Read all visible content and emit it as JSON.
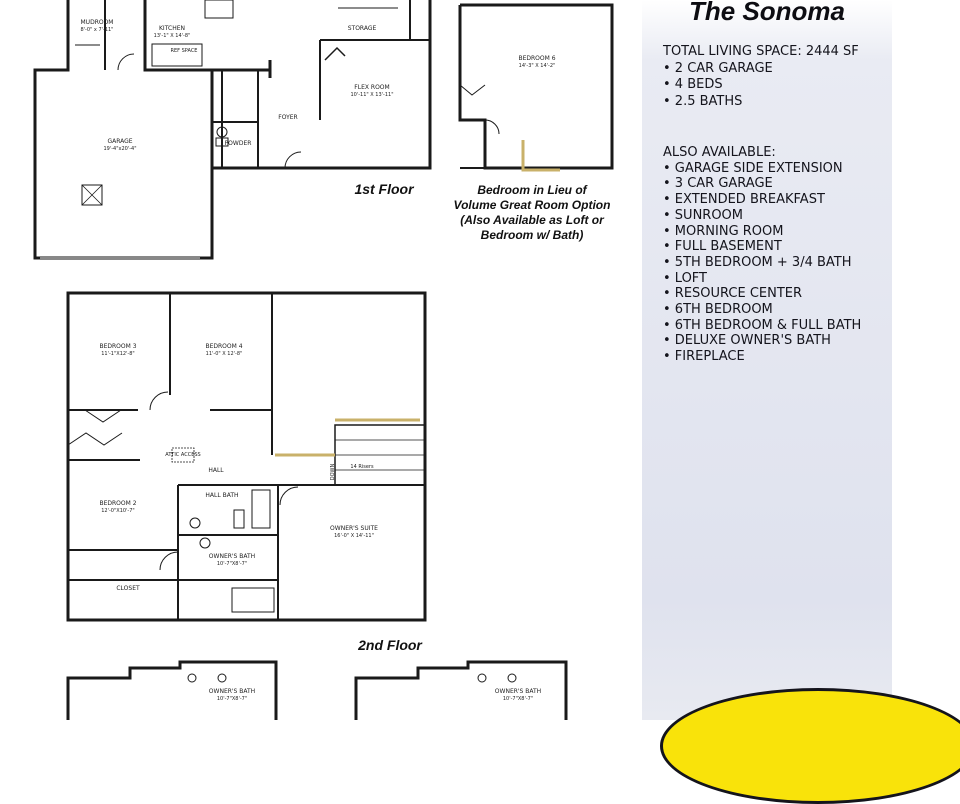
{
  "plan_name": "The Sonoma",
  "stats": {
    "total_living_space": "TOTAL LIVING SPACE: 2444 SF",
    "features": [
      "• 2 CAR GARAGE",
      "• 4 BEDS",
      "• 2.5 BATHS"
    ]
  },
  "options": {
    "heading": "ALSO AVAILABLE:",
    "items": [
      "• GARAGE SIDE EXTENSION",
      "• 3 CAR GARAGE",
      "• EXTENDED BREAKFAST",
      "• SUNROOM",
      "• MORNING ROOM",
      "• FULL BASEMENT",
      "• 5TH BEDROOM + 3/4 BATH",
      "• LOFT",
      "• RESOURCE CENTER",
      "• 6TH BEDROOM",
      "• 6TH BEDROOM & FULL BATH",
      "• DELUXE OWNER'S BATH",
      "• FIREPLACE"
    ]
  },
  "first_floor": {
    "title": "1st Floor",
    "rooms": {
      "mudroom": {
        "name": "MUDROOM",
        "dims": "8'-0\" x 7'-11\""
      },
      "kitchen": {
        "name": "KITCHEN",
        "dims": "13'-1\" X 14'-8\""
      },
      "garage": {
        "name": "GARAGE",
        "dims": "19'-4\"x20'-4\""
      },
      "storage": {
        "name": "STORAGE"
      },
      "flex_room": {
        "name": "FLEX ROOM",
        "dims": "10'-11\" X 13'-11\""
      },
      "foyer": {
        "name": "FOYER"
      },
      "powder": {
        "name": "POWDER"
      },
      "ref_space": "REF SPACE"
    }
  },
  "option_bedroom6": {
    "name": "BEDROOM 6",
    "dims": "14'-3\" X 14'-2\"",
    "caption": [
      "Bedroom in Lieu of",
      "Volume Great Room Option",
      "(Also Available as Loft or",
      "Bedroom w/ Bath)"
    ]
  },
  "second_floor": {
    "title": "2nd Floor",
    "rooms": {
      "bedroom3": {
        "name": "BEDROOM 3",
        "dims": "11'-1\"X12'-8\""
      },
      "bedroom4": {
        "name": "BEDROOM 4",
        "dims": "11'-0\" X 12'-8\""
      },
      "bedroom2": {
        "name": "BEDROOM 2",
        "dims": "12'-0\"X10'-7\""
      },
      "hall": {
        "name": "HALL"
      },
      "hall_bath": {
        "name": "HALL BATH"
      },
      "owners_suite": {
        "name": "OWNER'S SUITE",
        "dims": "16'-0\" X 14'-11\""
      },
      "owners_bath": {
        "name": "OWNER'S BATH",
        "dims": "10'-7\"X8'-7\""
      },
      "closet": {
        "name": "CLOSET"
      },
      "attic_access": "ATTIC ACCESS",
      "down": "DOWN",
      "risers": "14 Risers"
    }
  },
  "option_baths": [
    {
      "name": "OWNER'S BATH",
      "dims": "10'-7\"X8'-7\""
    },
    {
      "name": "OWNER'S BATH",
      "dims": "10'-7\"X8'-7\""
    }
  ]
}
